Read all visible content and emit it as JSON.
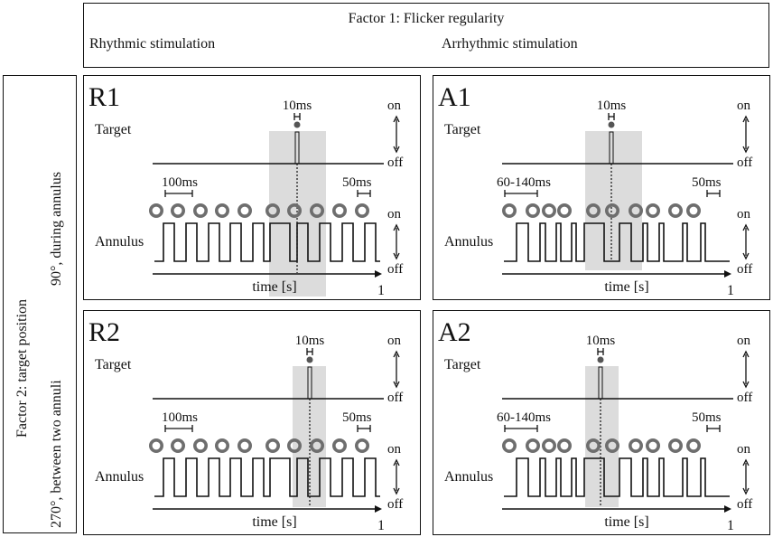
{
  "factor1": {
    "title": "Factor 1: Flicker regularity",
    "left_label": "Rhythmic stimulation",
    "right_label": "Arrhythmic stimulation"
  },
  "factor2": {
    "title": "Factor 2: target position",
    "top_label": "90°, during annulus",
    "bottom_label": "270°, between two annuli"
  },
  "panels": [
    {
      "id": "R1",
      "target_label": "Target",
      "annulus_label": "Annulus",
      "on_label": "on",
      "off_label": "off",
      "target_duration": "10ms",
      "period_label": "100ms",
      "pulse_label": "50ms",
      "time_label": "time [s]",
      "time_end": "1"
    },
    {
      "id": "A1",
      "target_label": "Target",
      "annulus_label": "Annulus",
      "on_label": "on",
      "off_label": "off",
      "target_duration": "10ms",
      "period_label": "60-140ms",
      "pulse_label": "50ms",
      "time_label": "time [s]",
      "time_end": "1"
    },
    {
      "id": "R2",
      "target_label": "Target",
      "annulus_label": "Annulus",
      "on_label": "on",
      "off_label": "off",
      "target_duration": "10ms",
      "period_label": "100ms",
      "pulse_label": "50ms",
      "time_label": "time [s]",
      "time_end": "1"
    },
    {
      "id": "A2",
      "target_label": "Target",
      "annulus_label": "Annulus",
      "on_label": "on",
      "off_label": "off",
      "target_duration": "10ms",
      "period_label": "60-140ms",
      "pulse_label": "50ms",
      "time_label": "time [s]",
      "time_end": "1"
    }
  ],
  "colors": {
    "line": "#111111",
    "highlight": "#dcdcdc",
    "ring": "#6e6e6e",
    "target_dot": "#555555"
  }
}
